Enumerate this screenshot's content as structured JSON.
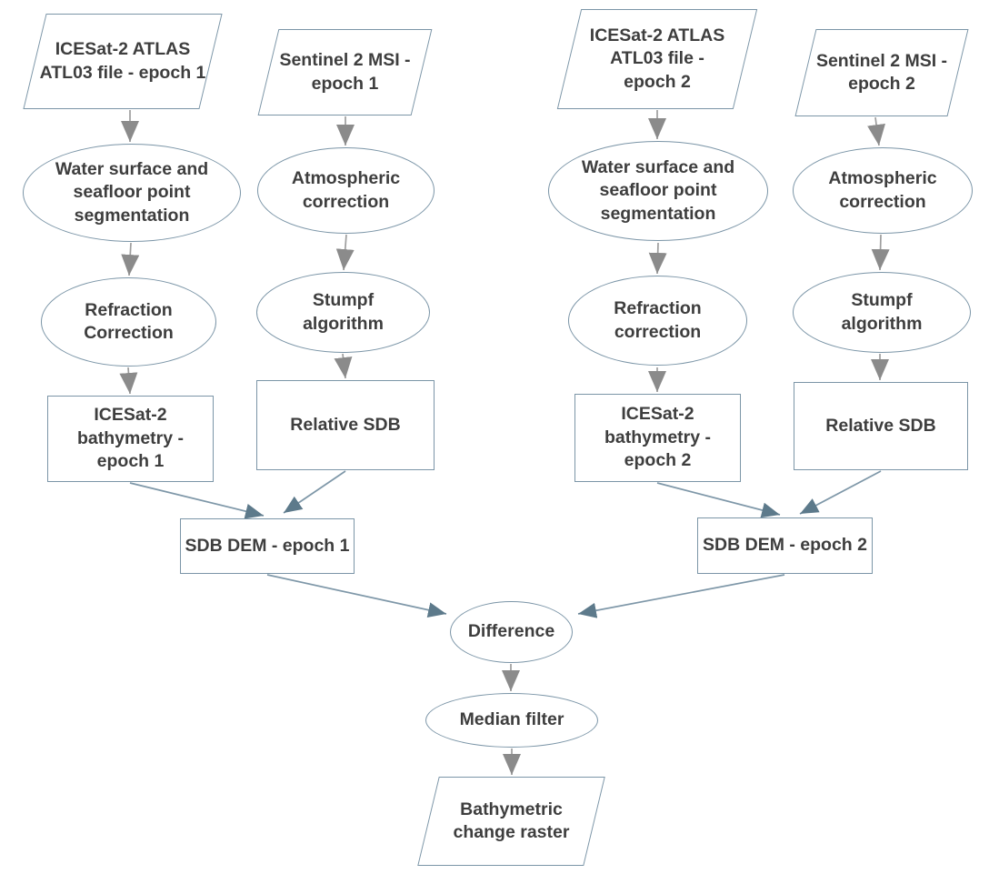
{
  "diagram": {
    "type": "flowchart",
    "colors": {
      "shape_border": "#7b95a7",
      "text": "#3e3e3e",
      "flow_line": "#9e9e9e",
      "flow_arrow": "#8b8b8b",
      "merge_line": "#7e97a8",
      "merge_arrow": "#5d7a8b",
      "bg": "#ffffff"
    },
    "nodes": {
      "icesat_e1": {
        "label": "ICESat-2 ATLAS\nATL03 file - epoch 1",
        "shape": "parallelogram"
      },
      "sentinel_e1": {
        "label": "Sentinel 2 MSI -\nepoch 1",
        "shape": "parallelogram"
      },
      "water_e1": {
        "label": "Water surface and\nseafloor point\nsegmentation",
        "shape": "ellipse"
      },
      "atmos_e1": {
        "label": "Atmospheric\ncorrection",
        "shape": "ellipse"
      },
      "refr_e1": {
        "label": "Refraction\nCorrection",
        "shape": "ellipse"
      },
      "stumpf_e1": {
        "label": "Stumpf\nalgorithm",
        "shape": "ellipse"
      },
      "bathy_e1": {
        "label": "ICESat-2\nbathymetry -\nepoch 1",
        "shape": "rectangle"
      },
      "relsdb_e1": {
        "label": "Relative SDB",
        "shape": "rectangle"
      },
      "dem_e1": {
        "label": "SDB DEM - epoch 1",
        "shape": "rectangle"
      },
      "icesat_e2": {
        "label": "ICESat-2 ATLAS\nATL03 file -\nepoch 2",
        "shape": "parallelogram"
      },
      "sentinel_e2": {
        "label": "Sentinel 2 MSI -\nepoch 2",
        "shape": "parallelogram"
      },
      "water_e2": {
        "label": "Water surface and\nseafloor point\nsegmentation",
        "shape": "ellipse"
      },
      "atmos_e2": {
        "label": "Atmospheric\ncorrection",
        "shape": "ellipse"
      },
      "refr_e2": {
        "label": "Refraction\ncorrection",
        "shape": "ellipse"
      },
      "stumpf_e2": {
        "label": "Stumpf\nalgorithm",
        "shape": "ellipse"
      },
      "bathy_e2": {
        "label": "ICESat-2\nbathymetry -\nepoch 2",
        "shape": "rectangle"
      },
      "relsdb_e2": {
        "label": "Relative SDB",
        "shape": "rectangle"
      },
      "dem_e2": {
        "label": "SDB DEM - epoch 2",
        "shape": "rectangle"
      },
      "diff": {
        "label": "Difference",
        "shape": "ellipse"
      },
      "median": {
        "label": "Median filter",
        "shape": "ellipse"
      },
      "raster": {
        "label": "Bathymetric\nchange raster",
        "shape": "parallelogram"
      }
    },
    "edges": [
      {
        "from": "icesat_e1",
        "to": "water_e1",
        "style": "flow"
      },
      {
        "from": "sentinel_e1",
        "to": "atmos_e1",
        "style": "flow"
      },
      {
        "from": "water_e1",
        "to": "refr_e1",
        "style": "flow"
      },
      {
        "from": "atmos_e1",
        "to": "stumpf_e1",
        "style": "flow"
      },
      {
        "from": "refr_e1",
        "to": "bathy_e1",
        "style": "flow"
      },
      {
        "from": "stumpf_e1",
        "to": "relsdb_e1",
        "style": "flow"
      },
      {
        "from": "bathy_e1",
        "to": "dem_e1",
        "style": "merge"
      },
      {
        "from": "relsdb_e1",
        "to": "dem_e1",
        "style": "merge"
      },
      {
        "from": "icesat_e2",
        "to": "water_e2",
        "style": "flow"
      },
      {
        "from": "sentinel_e2",
        "to": "atmos_e2",
        "style": "flow"
      },
      {
        "from": "water_e2",
        "to": "refr_e2",
        "style": "flow"
      },
      {
        "from": "atmos_e2",
        "to": "stumpf_e2",
        "style": "flow"
      },
      {
        "from": "refr_e2",
        "to": "bathy_e2",
        "style": "flow"
      },
      {
        "from": "stumpf_e2",
        "to": "relsdb_e2",
        "style": "flow"
      },
      {
        "from": "bathy_e2",
        "to": "dem_e2",
        "style": "merge"
      },
      {
        "from": "relsdb_e2",
        "to": "dem_e2",
        "style": "merge"
      },
      {
        "from": "dem_e1",
        "to": "diff",
        "style": "merge"
      },
      {
        "from": "dem_e2",
        "to": "diff",
        "style": "merge"
      },
      {
        "from": "diff",
        "to": "median",
        "style": "flow"
      },
      {
        "from": "median",
        "to": "raster",
        "style": "flow"
      }
    ]
  }
}
